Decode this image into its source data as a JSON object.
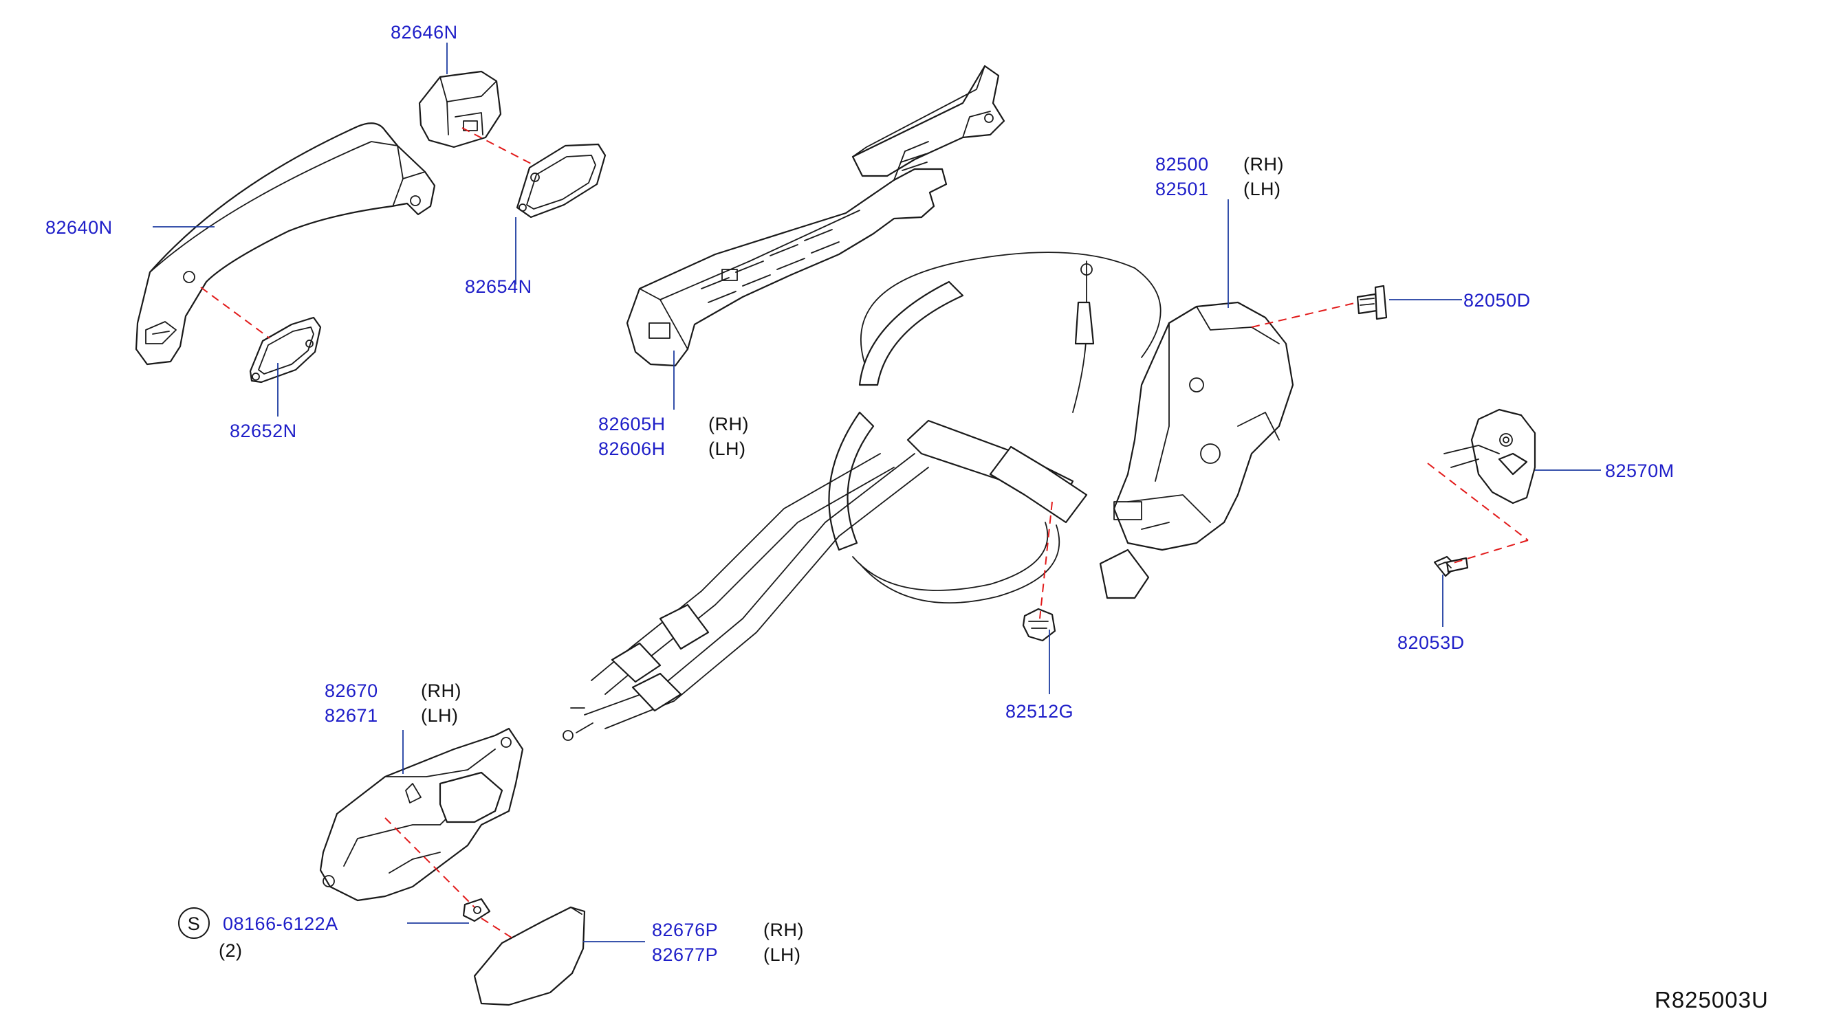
{
  "diagram_code": "R825003U",
  "colors": {
    "part_number": "#1e1ec8",
    "leader_line": "#1e3ca0",
    "alignment_dash": "#e21b1b",
    "outline": "#1a1a1a"
  },
  "callouts": {
    "p82646N": {
      "number": "82646N"
    },
    "p82640N": {
      "number": "82640N"
    },
    "p82654N": {
      "number": "82654N"
    },
    "p82652N": {
      "number": "82652N"
    },
    "p82605H": {
      "number": "82605H",
      "side": "(RH)"
    },
    "p82606H": {
      "number": "82606H",
      "side": "(LH)"
    },
    "p82500": {
      "number": "82500",
      "side": "(RH)"
    },
    "p82501": {
      "number": "82501",
      "side": "(LH)"
    },
    "p82050D": {
      "number": "82050D"
    },
    "p82570M": {
      "number": "82570M"
    },
    "p82053D": {
      "number": "82053D"
    },
    "p82512G": {
      "number": "82512G"
    },
    "p82670": {
      "number": "82670",
      "side": "(RH)"
    },
    "p82671": {
      "number": "82671",
      "side": "(LH)"
    },
    "p08166": {
      "symbol": "S",
      "number": "08166-6122A",
      "qty": "(2)"
    },
    "p82676P": {
      "number": "82676P",
      "side": "(RH)"
    },
    "p82677P": {
      "number": "82677P",
      "side": "(LH)"
    }
  }
}
